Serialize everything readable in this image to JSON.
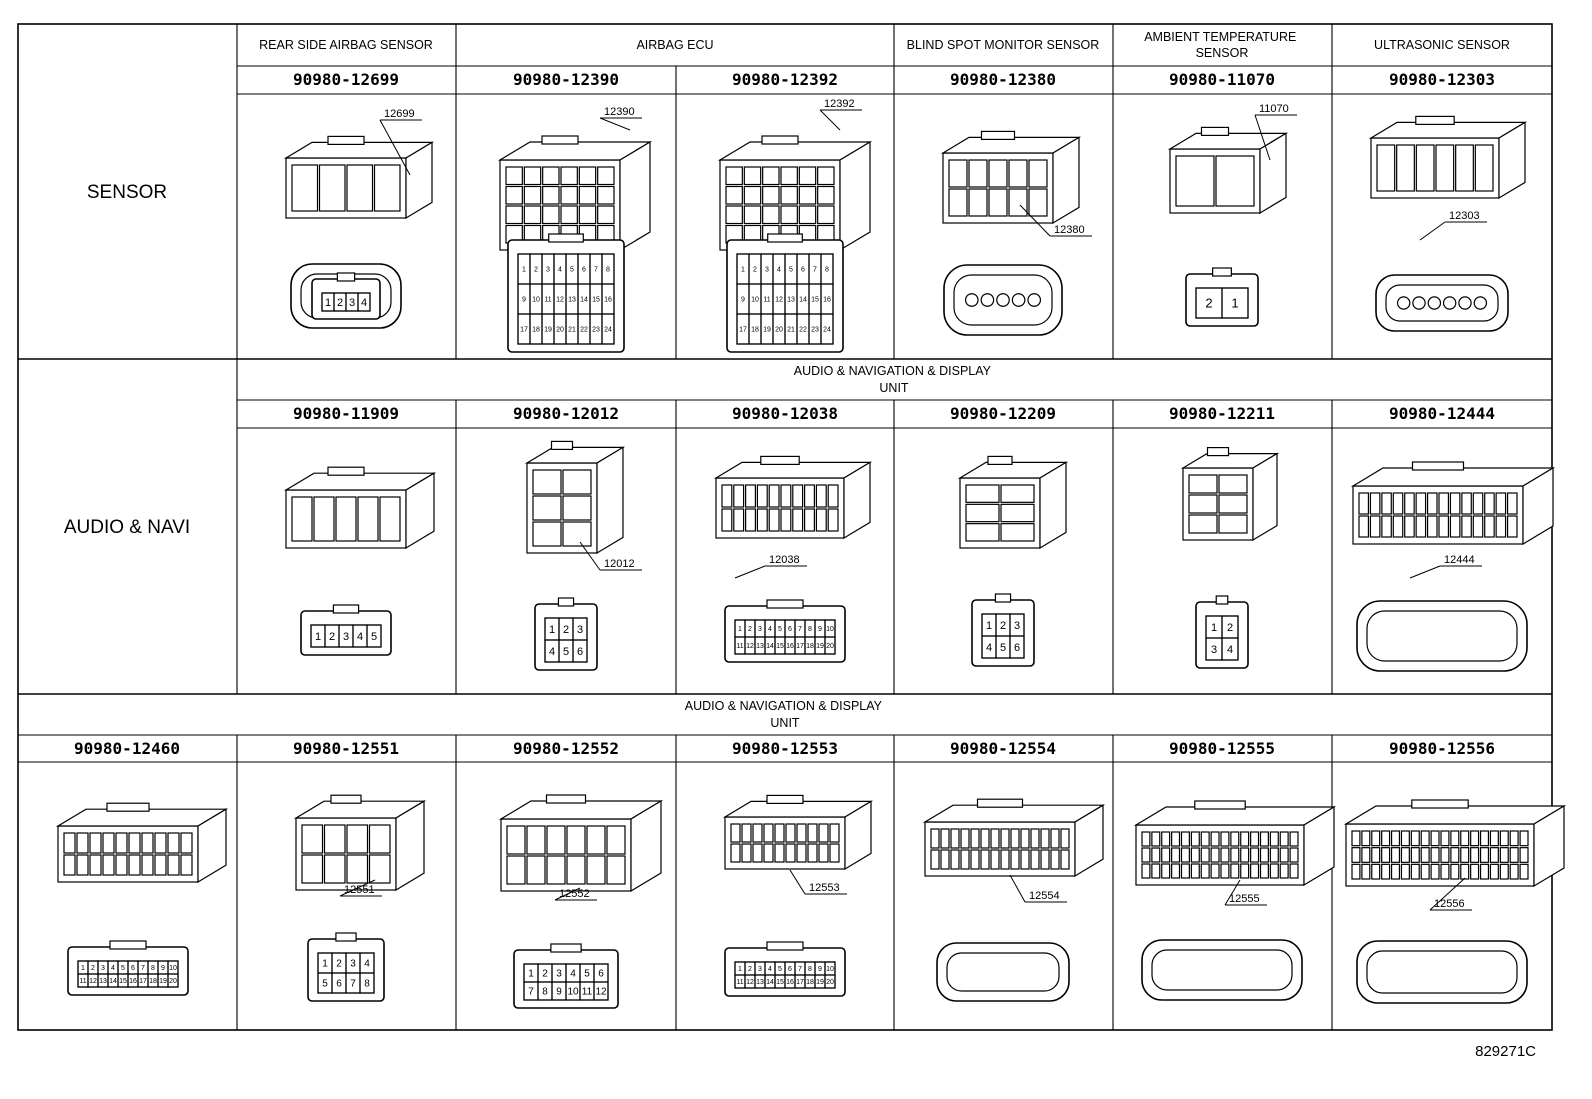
{
  "sections": [
    {
      "row_label": "SENSOR",
      "columns": [
        {
          "group": "REAR SIDE AIRBAG SENSOR",
          "part": "90980-12699",
          "callout": "12699",
          "pins": [
            "1",
            "2",
            "3",
            "4"
          ]
        },
        {
          "group": "AIRBAG ECU",
          "part": "90980-12390",
          "callout": "12390",
          "pins": [
            "1",
            "2",
            "3",
            "4",
            "5",
            "6",
            "7",
            "8",
            "9",
            "10",
            "11",
            "12",
            "13",
            "14",
            "15",
            "16",
            "17",
            "18",
            "19",
            "20",
            "21",
            "22",
            "23",
            "24"
          ]
        },
        {
          "group": "AIRBAG ECU",
          "part": "90980-12392",
          "callout": "12392",
          "pins": [
            "1",
            "2",
            "3",
            "4",
            "5",
            "6",
            "7",
            "8",
            "9",
            "10",
            "11",
            "12",
            "13",
            "14",
            "15",
            "16",
            "17",
            "18",
            "19",
            "20",
            "21",
            "22",
            "23",
            "24"
          ]
        },
        {
          "group": "BLIND SPOT MONITOR SENSOR",
          "part": "90980-12380",
          "callout": "12380",
          "pins": []
        },
        {
          "group": "AMBIENT TEMPERATURE SENSOR",
          "part": "90980-11070",
          "callout": "11070",
          "pins": [
            "2",
            "1"
          ]
        },
        {
          "group": "ULTRASONIC SENSOR",
          "part": "90980-12303",
          "callout": "12303",
          "pins": []
        }
      ]
    },
    {
      "row_label": "AUDIO & NAVI",
      "group_header": "AUDIO & NAVIGATION & DISPLAY UNIT",
      "columns": [
        {
          "part": "90980-11909",
          "callout": "",
          "pins": [
            "1",
            "2",
            "3",
            "4",
            "5"
          ]
        },
        {
          "part": "90980-12012",
          "callout": "12012",
          "pins": [
            "1",
            "2",
            "3",
            "4",
            "5",
            "6"
          ]
        },
        {
          "part": "90980-12038",
          "callout": "12038",
          "pins": [
            "1",
            "2",
            "3",
            "4",
            "5",
            "6",
            "7",
            "8",
            "9",
            "10",
            "11",
            "12",
            "13",
            "14",
            "15",
            "16",
            "17",
            "18",
            "19",
            "20"
          ]
        },
        {
          "part": "90980-12209",
          "callout": "",
          "pins": [
            "1",
            "2",
            "3",
            "4",
            "5",
            "6"
          ]
        },
        {
          "part": "90980-12211",
          "callout": "",
          "pins": [
            "1",
            "2",
            "3",
            "4"
          ]
        },
        {
          "part": "90980-12444",
          "callout": "12444",
          "pins": []
        }
      ]
    },
    {
      "row_label": "",
      "group_header": "AUDIO & NAVIGATION & DISPLAY UNIT",
      "columns": [
        {
          "part": "90980-12460",
          "callout": "",
          "pins": [
            "1",
            "2",
            "3",
            "4",
            "5",
            "6",
            "7",
            "8",
            "9",
            "10",
            "11",
            "12",
            "13",
            "14",
            "15",
            "16",
            "17",
            "18",
            "19",
            "20"
          ]
        },
        {
          "part": "90980-12551",
          "callout": "12551",
          "pins": [
            "1",
            "2",
            "3",
            "4",
            "5",
            "6",
            "7",
            "8"
          ]
        },
        {
          "part": "90980-12552",
          "callout": "12552",
          "pins": [
            "1",
            "2",
            "3",
            "4",
            "5",
            "6",
            "7",
            "8",
            "9",
            "10",
            "11",
            "12"
          ]
        },
        {
          "part": "90980-12553",
          "callout": "12553",
          "pins": [
            "1",
            "2",
            "3",
            "4",
            "5",
            "6",
            "7",
            "8",
            "9",
            "10",
            "11",
            "12",
            "13",
            "14",
            "15",
            "16",
            "17",
            "18",
            "19",
            "20"
          ]
        },
        {
          "part": "90980-12554",
          "callout": "12554",
          "pins": []
        },
        {
          "part": "90980-12555",
          "callout": "12555",
          "pins": []
        },
        {
          "part": "90980-12556",
          "callout": "12556",
          "pins": []
        }
      ]
    }
  ],
  "figure_id": "829271C"
}
